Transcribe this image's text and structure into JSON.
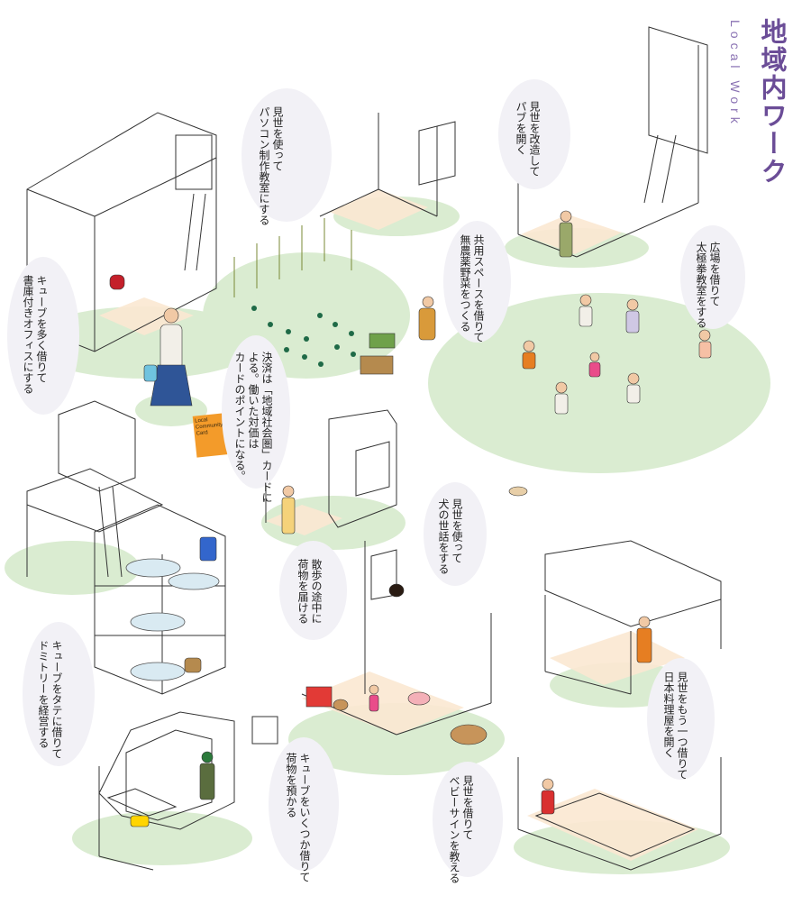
{
  "title": "地域内ワーク",
  "subtitle": "Local Work",
  "colors": {
    "title": "#6b4d97",
    "ground": "#cfe6c3",
    "bubble": "#f2f1f6",
    "card": "#f39b2a"
  },
  "card_text": "Local Community Card",
  "captions": [
    {
      "id": "pc",
      "text": "見世を使って\nパソコン制作教室にする"
    },
    {
      "id": "pub",
      "text": "見世を改造して\nパブを開く"
    },
    {
      "id": "library",
      "text": "キューブを多く借りて\n書庫付きオフィスにする"
    },
    {
      "id": "farm",
      "text": "共用スペースを借りて\n無農薬野菜をつくる"
    },
    {
      "id": "taichi",
      "text": "広場を借りて\n太極拳教室をする"
    },
    {
      "id": "payment",
      "text": "決済は「地域社会圏」カードに\nよる。働いた対価は\nカードのポイントになる。"
    },
    {
      "id": "dog",
      "text": "見世を使って\n犬の世話をする"
    },
    {
      "id": "walk",
      "text": "散歩の途中に\n荷物を届ける"
    },
    {
      "id": "dormitory",
      "text": "キューブをタテに借りて\nドミトリーを経営する"
    },
    {
      "id": "japanese",
      "text": "見世をもう一つ借りて\n日本料理屋を開く"
    },
    {
      "id": "storage",
      "text": "キューブをいくつか借りて\n荷物を預かる"
    },
    {
      "id": "baby",
      "text": "見世を借りて\nベビーサインを教える"
    }
  ]
}
